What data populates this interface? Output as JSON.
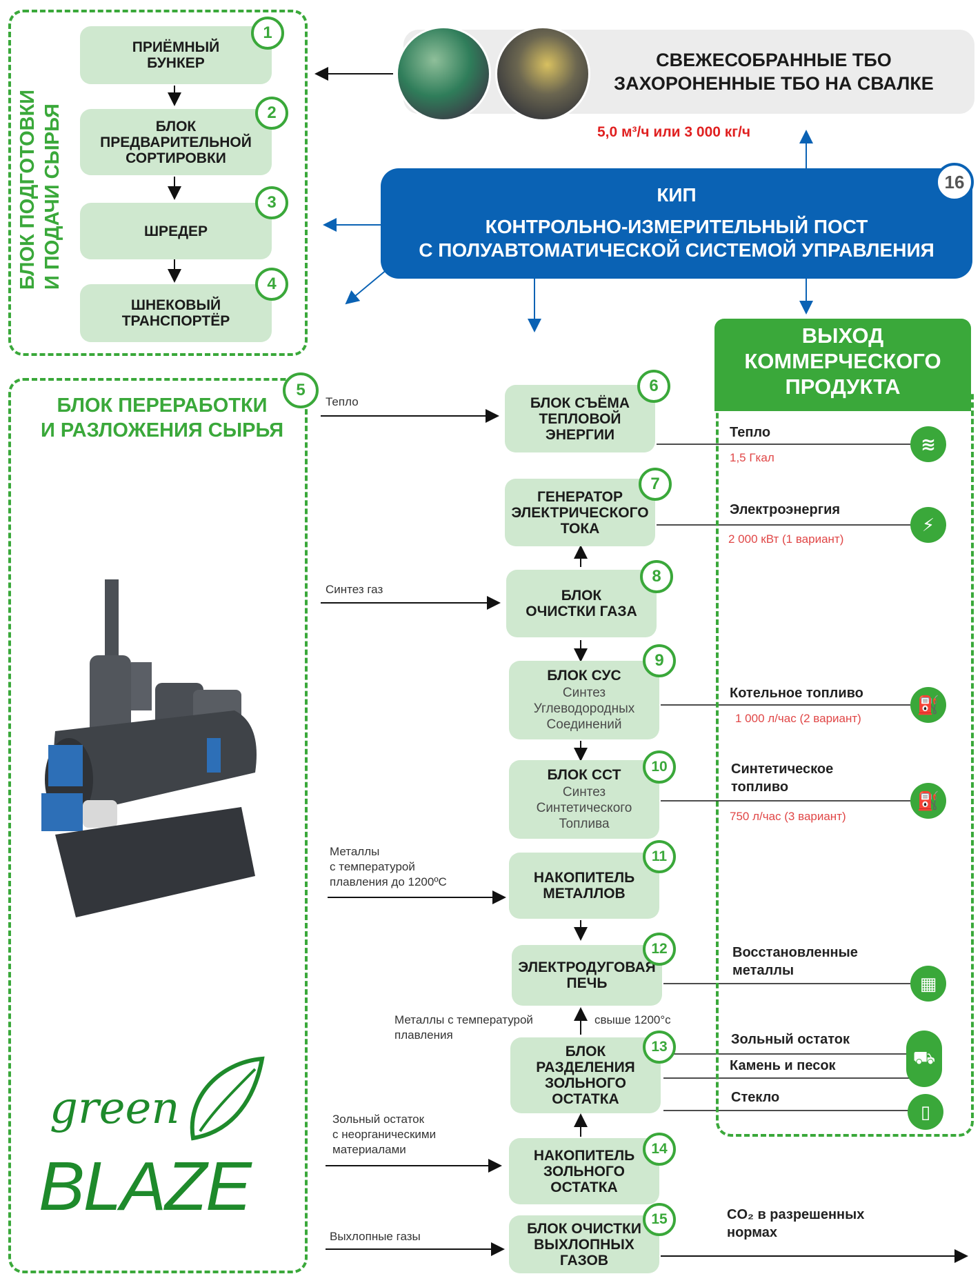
{
  "header": {
    "line1": "СВЕЖЕСОБРАННЫЕ ТБО",
    "line2": "ЗАХОРОНЕННЫЕ ТБО НА СВАЛКЕ",
    "capacity": "5,0 м³/ч  или 3 000 кг/ч"
  },
  "kip": {
    "title": "КИП",
    "line1": "КОНТРОЛЬНО-ИЗМЕРИТЕЛЬНЫЙ ПОСТ",
    "line2": "С ПОЛУАВТОМАТИЧЕСКОЙ СИСТЕМОЙ УПРАВЛЕНИЯ",
    "num": "16"
  },
  "prep_block": {
    "title1": "БЛОК ПОДГОТОВКИ",
    "title2": "И ПОДАЧИ СЫРЬЯ",
    "steps": [
      {
        "num": "1",
        "line1": "ПРИЁМНЫЙ",
        "line2": "БУНКЕР",
        "line3": ""
      },
      {
        "num": "2",
        "line1": "БЛОК",
        "line2": "ПРЕДВАРИТЕЛЬНОЙ",
        "line3": "СОРТИРОВКИ"
      },
      {
        "num": "3",
        "line1": "ШРЕДЕР",
        "line2": "",
        "line3": ""
      },
      {
        "num": "4",
        "line1": "ШНЕКОВЫЙ",
        "line2": "ТРАНСПОРТЁР",
        "line3": ""
      }
    ]
  },
  "proc_block": {
    "num": "5",
    "title1": "БЛОК ПЕРЕРАБОТКИ",
    "title2": "И РАЗЛОЖЕНИЯ СЫРЬЯ"
  },
  "units": [
    {
      "num": "6",
      "l1": "БЛОК СЪЁМА",
      "l2": "ТЕПЛОВОЙ",
      "l3": "ЭНЕРГИИ",
      "s1": "",
      "s2": "",
      "s3": ""
    },
    {
      "num": "7",
      "l1": "ГЕНЕРАТОР",
      "l2": "ЭЛЕКТРИЧЕСКОГО",
      "l3": "ТОКА",
      "s1": "",
      "s2": "",
      "s3": ""
    },
    {
      "num": "8",
      "l1": "БЛОК",
      "l2": "ОЧИСТКИ ГАЗА",
      "l3": "",
      "s1": "",
      "s2": "",
      "s3": ""
    },
    {
      "num": "9",
      "l1": "БЛОК СУС",
      "l2": "",
      "l3": "",
      "s1": "Синтез",
      "s2": "Углеводородных",
      "s3": "Соединений"
    },
    {
      "num": "10",
      "l1": "БЛОК ССТ",
      "l2": "",
      "l3": "",
      "s1": "Синтез",
      "s2": "Синтетического",
      "s3": "Топлива"
    },
    {
      "num": "11",
      "l1": "НАКОПИТЕЛЬ",
      "l2": "МЕТАЛЛОВ",
      "l3": "",
      "s1": "",
      "s2": "",
      "s3": ""
    },
    {
      "num": "12",
      "l1": "ЭЛЕКТРОДУГОВАЯ",
      "l2": "ПЕЧЬ",
      "l3": "",
      "s1": "",
      "s2": "",
      "s3": ""
    },
    {
      "num": "13",
      "l1": "БЛОК",
      "l2": "РАЗДЕЛЕНИЯ",
      "l3": "ЗОЛЬНОГО",
      "l4": "ОСТАТКА",
      "s1": "",
      "s2": "",
      "s3": ""
    },
    {
      "num": "14",
      "l1": "НАКОПИТЕЛЬ",
      "l2": "ЗОЛЬНОГО",
      "l3": "ОСТАТКА",
      "s1": "",
      "s2": "",
      "s3": ""
    },
    {
      "num": "15",
      "l1": "БЛОК ОЧИСТКИ",
      "l2": "ВЫХЛОПНЫХ",
      "l3": "ГАЗОВ",
      "s1": "",
      "s2": "",
      "s3": ""
    }
  ],
  "inputs": {
    "heat": "Тепло",
    "syngas": "Синтез газ",
    "metals1": "Металлы",
    "metals2": "с температурой",
    "metals3": "плавления до 1200ºС",
    "metals_hi1": "Металлы с температурой",
    "metals_hi2": "плавления",
    "above1200": "свыше 1200°с",
    "ash1": "Зольный остаток",
    "ash2": "с неорганическими",
    "ash3": "материалами",
    "exhaust": "Выхлопные газы"
  },
  "output": {
    "title1": "ВЫХОД",
    "title2": "КОММЕРЧЕСКОГО",
    "title3": "ПРОДУКТА",
    "heat": "Тепло",
    "heat_val": "1,5 Гкал",
    "electricity": "Электроэнергия",
    "electricity_val": "2 000 кВт (1 вариант)",
    "boiler_fuel": "Котельное топливо",
    "boiler_val": "1 000 л/час (2 вариант)",
    "synth_fuel1": "Синтетическое",
    "synth_fuel2": "топливо",
    "synth_val": "750 л/час (3 вариант)",
    "metals1": "Восстановленные",
    "metals2": "металлы",
    "ash": "Зольный остаток",
    "stone": "Камень и песок",
    "glass": "Стекло",
    "co2_1": "CO₂ в разрешенных",
    "co2_2": "нормах"
  },
  "logo": {
    "word1": "green",
    "word2": "BLAZE"
  },
  "colors": {
    "green": "#3aa83a",
    "light_green": "#cfe8cf",
    "blue": "#0a62b4",
    "red": "#e04646"
  }
}
